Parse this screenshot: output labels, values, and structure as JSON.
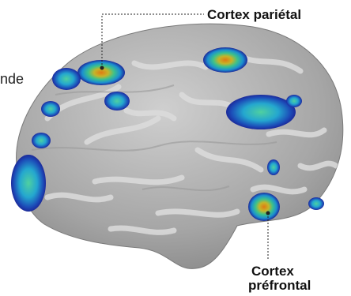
{
  "labels": {
    "parietal": "Cortex pariétal",
    "prefrontal_line1": "Cortex",
    "prefrontal_line2": "préfrontal"
  },
  "clipped_text": {
    "line1": "nde"
  },
  "colors": {
    "brain_base": "#a9a9a9",
    "sulcus": "#d6d6d6",
    "activation_outer": "#1f2a9c",
    "activation_mid": "#1fa0c8",
    "activation_inner": "#3fc08a",
    "activation_hot": "#d98a1a",
    "leader_line": "#222222"
  }
}
